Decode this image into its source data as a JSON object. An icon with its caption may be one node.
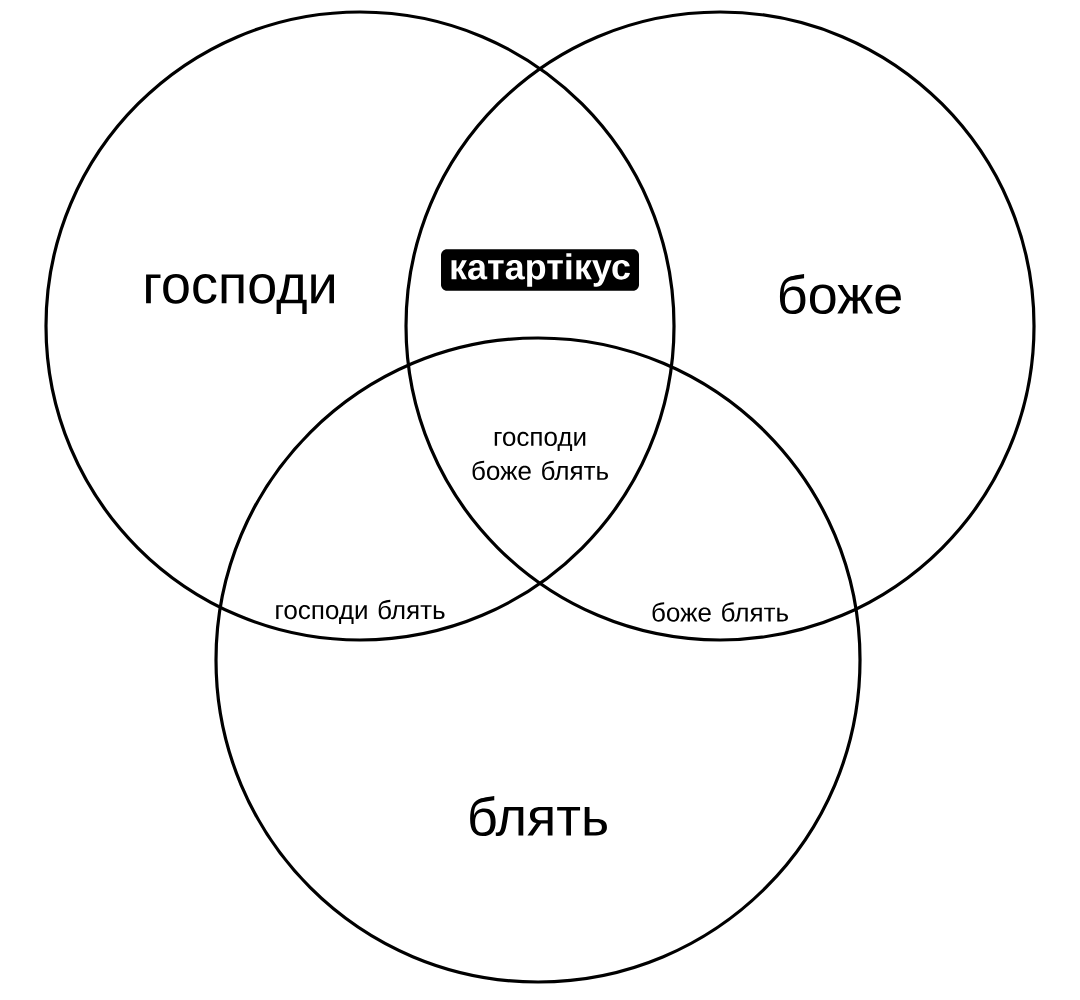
{
  "diagram": {
    "nodes": [
      {
        "text": [
          "господи"
        ]
      },
      {
        "text": [
          "боже"
        ]
      },
      {
        "text": [
          "блять"
        ]
      },
      {
        "text": [
          "катартікус"
        ]
      }
    ],
    "labels": [
      "господи боже блять",
      "господи блять",
      "боже блять"
    ]
  }
}
